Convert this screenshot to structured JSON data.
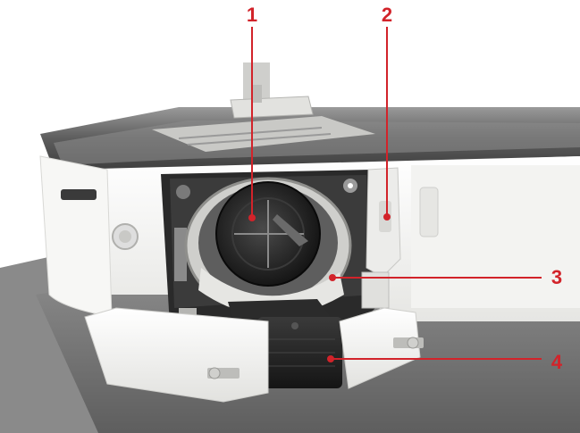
{
  "colors": {
    "callout": "#d2232a",
    "machine_body": "#f4f4f2",
    "machine_shadow": "#d9d9d6",
    "top_rail": "#6e6e6e",
    "hook_dark": "#2b2b2b",
    "cover": "#fbfbfa",
    "floor": "#7a7a7a"
  },
  "callouts": [
    {
      "label": "1",
      "target": "bobbin-case"
    },
    {
      "label": "2",
      "target": "threading-lever"
    },
    {
      "label": "3",
      "target": "hook-race"
    },
    {
      "label": "4",
      "target": "free-arm-block"
    }
  ]
}
